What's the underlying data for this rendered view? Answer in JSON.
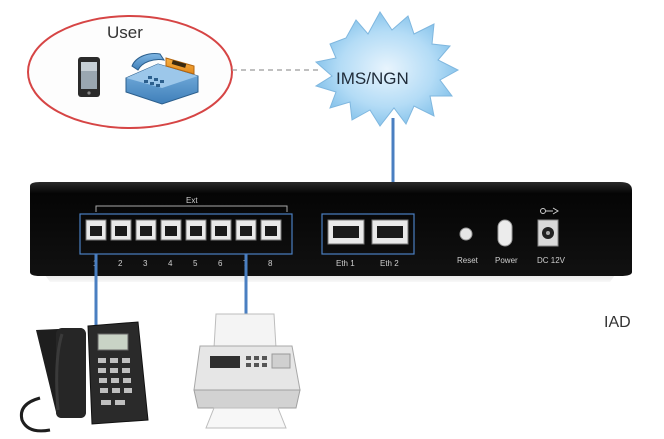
{
  "user_group": {
    "label": "User"
  },
  "cloud": {
    "label": "IMS/NGN"
  },
  "device": {
    "label": "IAD",
    "ext_group_label": "Ext",
    "ext_ports": [
      "1",
      "2",
      "3",
      "4",
      "5",
      "6",
      "7",
      "8"
    ],
    "eth_ports": [
      "Eth 1",
      "Eth 2"
    ],
    "reset_label": "Reset",
    "power_label": "Power",
    "dc_label": "DC 12V"
  },
  "colors": {
    "link_line": "#4a7fc1",
    "user_oval_border": "#d64545",
    "cloud_fill": "#a9d3f2",
    "device_body": "#0d0d0d"
  },
  "icons": [
    "mobile-phone-icon",
    "desk-phone-icon",
    "ip-phone-icon",
    "fax-machine-icon",
    "dc-power-icon"
  ]
}
